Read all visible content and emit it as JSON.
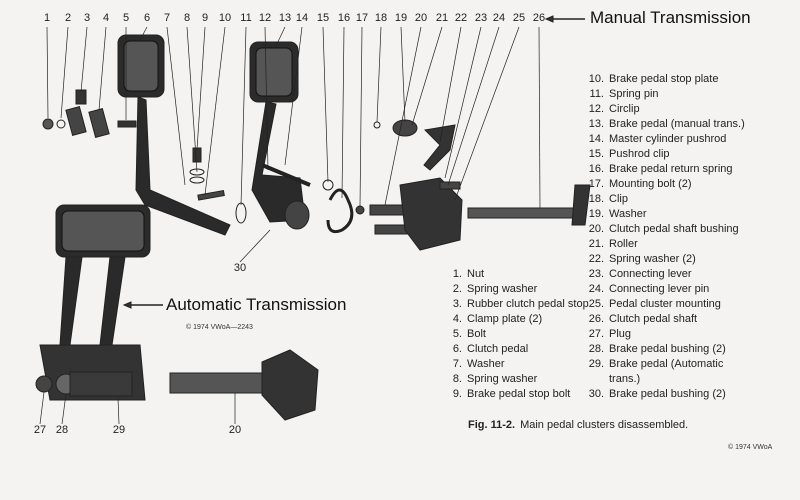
{
  "titles": {
    "manual": "Manual Transmission",
    "automatic": "Automatic Transmission"
  },
  "callouts": {
    "top": [
      "1",
      "2",
      "3",
      "4",
      "5",
      "6",
      "7",
      "8",
      "9",
      "10",
      "11",
      "12",
      "13",
      "14",
      "15",
      "16",
      "17",
      "18",
      "19",
      "20",
      "21",
      "22",
      "23",
      "24",
      "25",
      "26"
    ],
    "bottom": [
      "30",
      "27",
      "28",
      "29",
      "20"
    ]
  },
  "legend_left": [
    {
      "n": "1.",
      "t": "Nut"
    },
    {
      "n": "2.",
      "t": "Spring washer"
    },
    {
      "n": "3.",
      "t": "Rubber clutch pedal stop"
    },
    {
      "n": "4.",
      "t": "Clamp plate (2)"
    },
    {
      "n": "5.",
      "t": "Bolt"
    },
    {
      "n": "6.",
      "t": "Clutch pedal"
    },
    {
      "n": "7.",
      "t": "Washer"
    },
    {
      "n": "8.",
      "t": "Spring washer"
    },
    {
      "n": "9.",
      "t": "Brake pedal stop bolt"
    }
  ],
  "legend_right": [
    {
      "n": "10.",
      "t": "Brake pedal stop plate"
    },
    {
      "n": "11.",
      "t": "Spring pin"
    },
    {
      "n": "12.",
      "t": "Circlip"
    },
    {
      "n": "13.",
      "t": "Brake pedal (manual trans.)"
    },
    {
      "n": "14.",
      "t": "Master cylinder pushrod"
    },
    {
      "n": "15.",
      "t": "Pushrod clip"
    },
    {
      "n": "16.",
      "t": "Brake pedal return spring"
    },
    {
      "n": "17.",
      "t": "Mounting bolt (2)"
    },
    {
      "n": "18.",
      "t": "Clip"
    },
    {
      "n": "19.",
      "t": "Washer"
    },
    {
      "n": "20.",
      "t": "Clutch pedal shaft bushing"
    },
    {
      "n": "21.",
      "t": "Roller"
    },
    {
      "n": "22.",
      "t": "Spring washer (2)"
    },
    {
      "n": "23.",
      "t": "Connecting lever"
    },
    {
      "n": "24.",
      "t": "Connecting lever pin"
    },
    {
      "n": "25.",
      "t": "Pedal cluster mounting"
    },
    {
      "n": "26.",
      "t": "Clutch pedal shaft"
    },
    {
      "n": "27.",
      "t": "Plug"
    },
    {
      "n": "28.",
      "t": "Brake pedal bushing (2)"
    },
    {
      "n": "29.",
      "t": "Brake pedal (Automatic",
      "t2": "trans.)"
    },
    {
      "n": "30.",
      "t": "Brake pedal bushing (2)"
    }
  ],
  "caption": {
    "label": "Fig. 11-2.",
    "text": "Main pedal clusters disassembled."
  },
  "copyright_fig": "© 1974 VWoA—2243",
  "copyright_page": "© 1974 VWoA"
}
